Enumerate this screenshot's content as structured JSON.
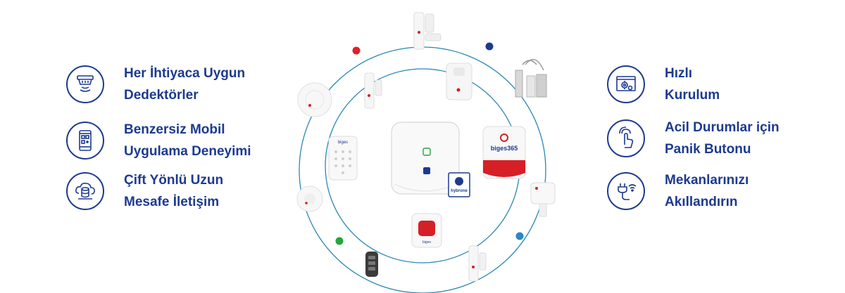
{
  "left_features": [
    {
      "line1": "Her İhtiyaca Uygun",
      "line2": "Dedektörler",
      "icon": "smoke-detector-icon"
    },
    {
      "line1": "Benzersiz Mobil",
      "line2": "Uygulama Deneyimi",
      "icon": "mobile-app-icon"
    },
    {
      "line1": "Çift Yönlü Uzun",
      "line2": "Mesafe İletişim",
      "icon": "cloud-server-icon"
    }
  ],
  "right_features": [
    {
      "line1": "Hızlı",
      "line2": "Kurulum",
      "icon": "setup-browser-icon"
    },
    {
      "line1": "Acil Durumlar için",
      "line2": "Panik Butonu",
      "icon": "panic-touch-icon"
    },
    {
      "line1": "Mekanlarınızı",
      "line2": "Akıllandırın",
      "icon": "smart-plug-icon"
    }
  ],
  "brand": {
    "siren_logo": "biges365",
    "keypad_logo": "biges",
    "panic_logo": "biges",
    "badge_text": "hybrone"
  },
  "colors": {
    "text_primary": "#1d3a8f",
    "orbit": "#2a87b5",
    "dot_red": "#e1202b",
    "dot_navy": "#1d3a8f",
    "dot_green": "#25a53a",
    "dot_blue": "#2d86c4",
    "siren_red": "#d61f26"
  }
}
